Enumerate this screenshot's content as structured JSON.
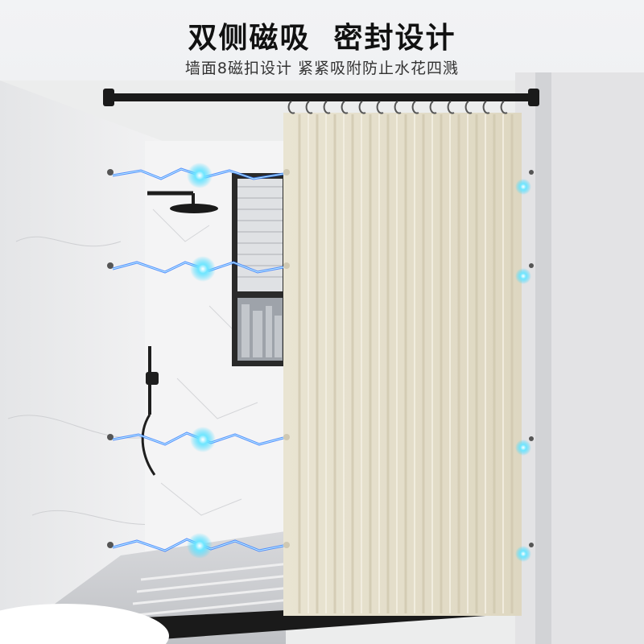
{
  "headline": {
    "part1": "双侧磁吸",
    "part2": "密封设计"
  },
  "subline": "墙面8磁扣设计 紧紧吸附防止水花四溅",
  "colors": {
    "curtain": "#e6e0cc",
    "rod": "#1a1a1a",
    "magnet_glow": "#3fd7ff",
    "arc": "#3a7bff",
    "wall": "#f1f1f2",
    "window_frame": "#2a2a2a"
  },
  "icons": {
    "magnet_point": "glowing-dot",
    "lightning": "electric-arc"
  }
}
